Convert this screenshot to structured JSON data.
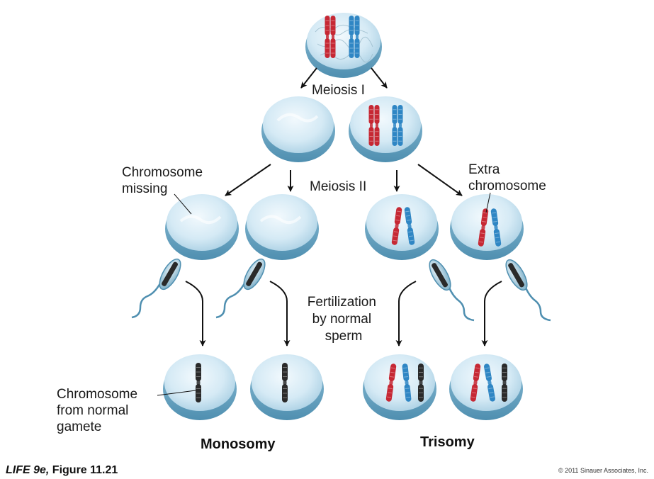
{
  "labels": {
    "meiosis_1": "Meiosis I",
    "meiosis_2": "Meiosis II",
    "chromosome_missing": [
      "Chromosome",
      "missing"
    ],
    "extra_chromosome": [
      "Extra",
      "chromosome"
    ],
    "fertilization": [
      "Fertilization",
      "by normal",
      "sperm"
    ],
    "chromosome_from_normal_gamete": [
      "Chromosome",
      "from normal",
      "gamete"
    ],
    "monosomy": "Monosomy",
    "trisomy": "Trisomy"
  },
  "credit": {
    "figure_ref_italic": "LIFE 9e,",
    "figure_ref": " Figure 11.21",
    "copyright": "© 2011 Sinauer Associates, Inc."
  },
  "colors": {
    "maternal_chromosome": "#c62834",
    "paternal_chromosome": "#2f86c4",
    "sperm_chromosome": "#2a2a2a",
    "cell_fill": "#cfe6f2",
    "cell_rim": "#7fb3cc",
    "arrow": "#111111"
  }
}
